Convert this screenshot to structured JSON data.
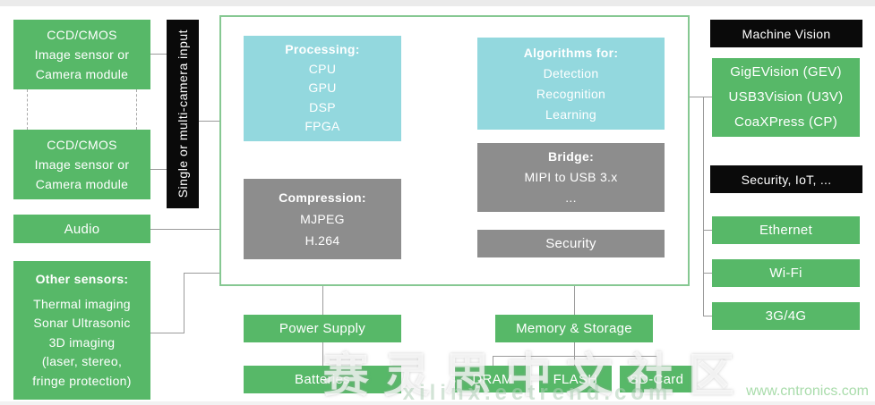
{
  "colors": {
    "green": "#57b868",
    "blue": "#93d8de",
    "gray": "#8d8d8d",
    "black": "#0a0a0a",
    "board_border_green": "#86c892",
    "connector_gray": "#9b9b9b",
    "watermark_green": "#a9dcab"
  },
  "left": {
    "camera1": {
      "lines": [
        "CCD/CMOS",
        "Image sensor or",
        "Camera module"
      ]
    },
    "camera2": {
      "lines": [
        "CCD/CMOS",
        "Image sensor or",
        "Camera module"
      ]
    },
    "audio": "Audio",
    "other_sensors": {
      "title": "Other sensors:",
      "lines": [
        "Thermal imaging",
        "Sonar Ultrasonic",
        "3D imaging",
        "(laser, stereo,",
        "fringe protection)"
      ]
    }
  },
  "input_bar": "Single or multi-camera input",
  "main": {
    "processing": {
      "title": "Processing:",
      "lines": [
        "CPU",
        "GPU",
        "DSP",
        "FPGA"
      ]
    },
    "compression": {
      "title": "Compression:",
      "lines": [
        "MJPEG",
        "H.264"
      ]
    },
    "algorithms": {
      "title": "Algorithms for:",
      "lines": [
        "Detection",
        "Recognition",
        "Learning"
      ]
    },
    "bridge": {
      "title": "Bridge:",
      "lines": [
        "MIPI to USB 3.x",
        "..."
      ]
    },
    "security": "Security"
  },
  "right": {
    "machine_vision": "Machine Vision",
    "vision_interfaces": [
      "GigEVision (GEV)",
      "USB3Vision (U3V)",
      "CoaXPress (CP)"
    ],
    "security_iot": "Security, IoT, ...",
    "connectivity": [
      "Ethernet",
      "Wi-Fi",
      "3G/4G"
    ]
  },
  "bottom": {
    "power_supply": "Power Supply",
    "batteries": "Batteries",
    "memory_storage": "Memory & Storage",
    "memory_types": [
      "DRAM",
      "FLASH",
      "SD-Card"
    ]
  },
  "watermark": {
    "cn": "赛灵思中文社区",
    "site": "xilinx.eetrend.com",
    "corner": "www.cntronics.com"
  }
}
